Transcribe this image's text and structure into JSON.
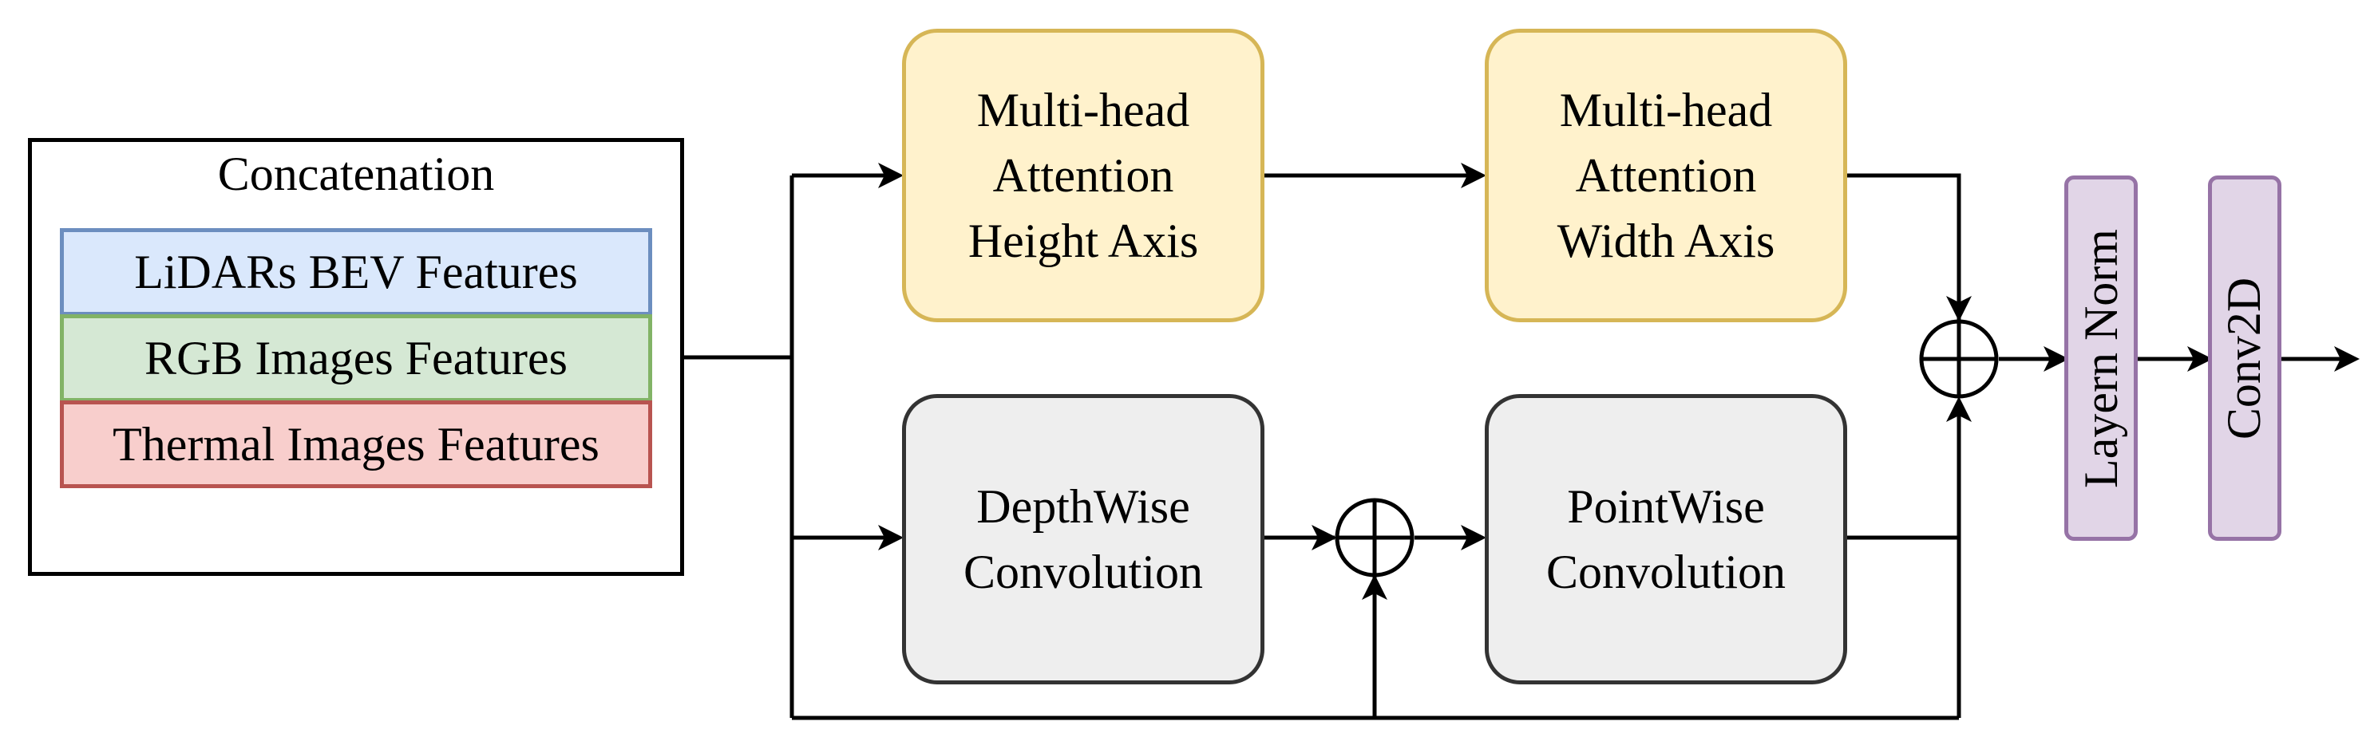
{
  "concatenation": {
    "title": "Concatenation",
    "features": [
      "LiDARs BEV Features",
      "RGB Images Features",
      "Thermal Images Features"
    ]
  },
  "blocks": {
    "attention_height": "Multi-head\nAttention\nHeight Axis",
    "attention_width": "Multi-head\nAttention\nWidth Axis",
    "depthwise": "DepthWise\nConvolution",
    "pointwise": "PointWise\nConvolution",
    "layer_norm": "Layern Norm",
    "conv2d": "Conv2D"
  },
  "colors": {
    "lidar_fill": "#dae8fc",
    "lidar_stroke": "#6c8ebf",
    "rgb_fill": "#d5e8d4",
    "rgb_stroke": "#82b366",
    "thermal_fill": "#f8cecc",
    "thermal_stroke": "#b85450",
    "attention_fill": "#fff2cc",
    "attention_stroke": "#d6b656",
    "conv_fill": "#eeeeee",
    "conv_stroke": "#333333",
    "norm_fill": "#e1d5e7",
    "norm_stroke": "#9673a6"
  }
}
